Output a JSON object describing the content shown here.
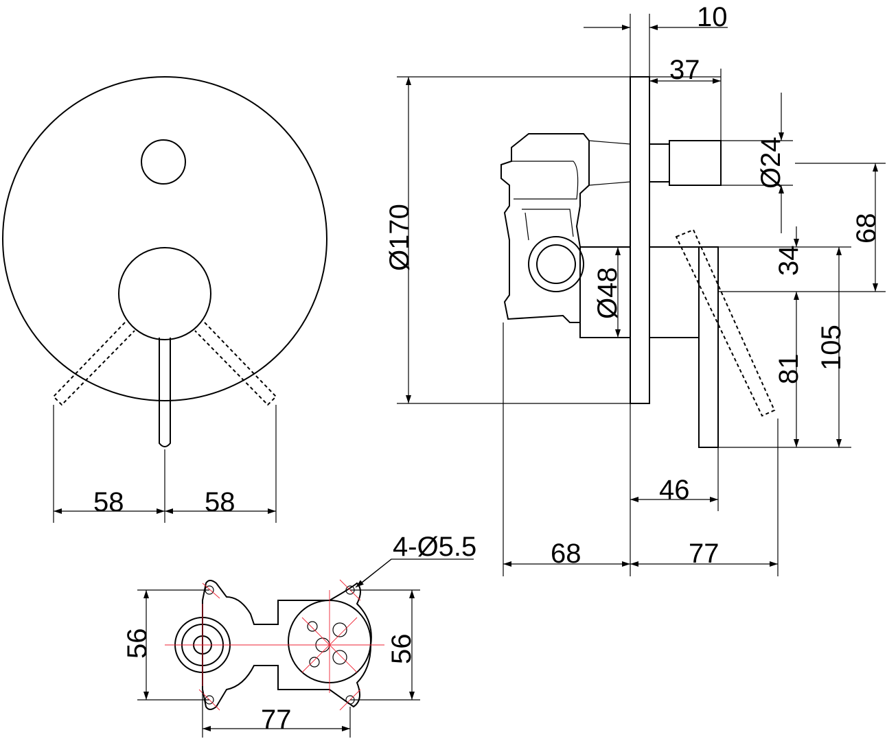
{
  "front_view": {
    "dim_left": "58",
    "dim_right": "58"
  },
  "side_view": {
    "dim_plate_thickness": "10",
    "dim_stem_length": "37",
    "dim_stem_diameter": "Ø24",
    "dim_stem_to_lever": "68",
    "dim_plate_diameter": "Ø170",
    "dim_lever_top": "34",
    "dim_cartridge_diameter": "Ø48",
    "dim_lever_total": "105",
    "dim_lever_lower": "81",
    "dim_lever_projection": "46",
    "dim_body_depth": "68",
    "dim_total_projection": "77"
  },
  "bottom_view": {
    "dim_holes": "4-Ø5.5",
    "dim_left_height": "56",
    "dim_right_height": "56",
    "dim_spacing": "77"
  },
  "colors": {
    "lines": "#000000",
    "centerlines": "#ee2233"
  }
}
